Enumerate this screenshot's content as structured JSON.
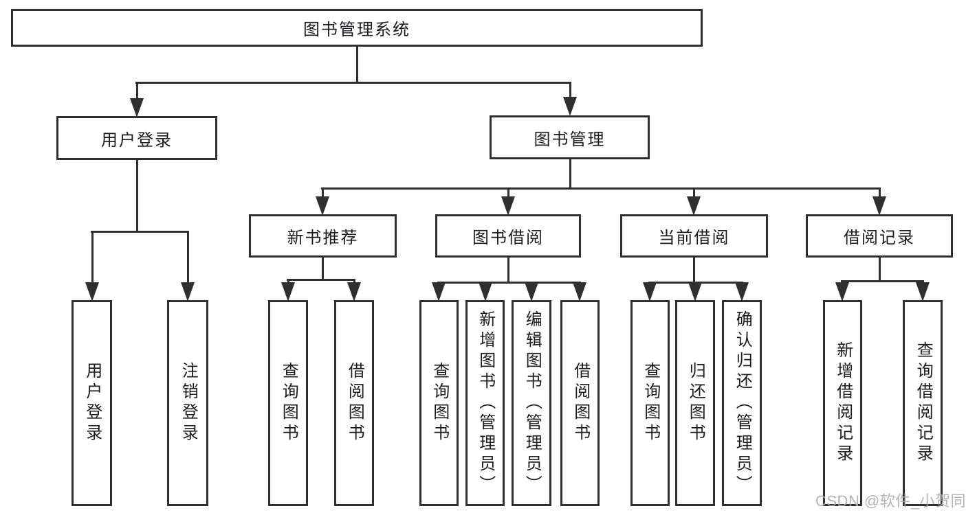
{
  "diagram": {
    "tree": {
      "label": "图书管理系统",
      "children": [
        {
          "label": "用户登录",
          "children": [
            {
              "label": "用户登录"
            },
            {
              "label": "注销登录"
            }
          ]
        },
        {
          "label": "图书管理",
          "children": [
            {
              "label": "新书推荐",
              "children": [
                {
                  "label": "查询图书"
                },
                {
                  "label": "借阅图书"
                }
              ]
            },
            {
              "label": "图书借阅",
              "children": [
                {
                  "label": "查询图书"
                },
                {
                  "label": "新增图书（管理员）"
                },
                {
                  "label": "编辑图书（管理员）"
                },
                {
                  "label": "借阅图书"
                }
              ]
            },
            {
              "label": "当前借阅",
              "children": [
                {
                  "label": "查询图书"
                },
                {
                  "label": "归还图书"
                },
                {
                  "label": "确认归还（管理员）"
                }
              ]
            },
            {
              "label": "借阅记录",
              "children": [
                {
                  "label": "新增借阅记录"
                },
                {
                  "label": "查询借阅记录"
                }
              ]
            }
          ]
        }
      ]
    }
  },
  "watermark": {
    "text": "CSDN @软件_小贺同学"
  },
  "colors": {
    "line": "#2f2f2f",
    "text": "#1c1c1e",
    "watermark": "#acacac",
    "background": "#ffffff"
  }
}
